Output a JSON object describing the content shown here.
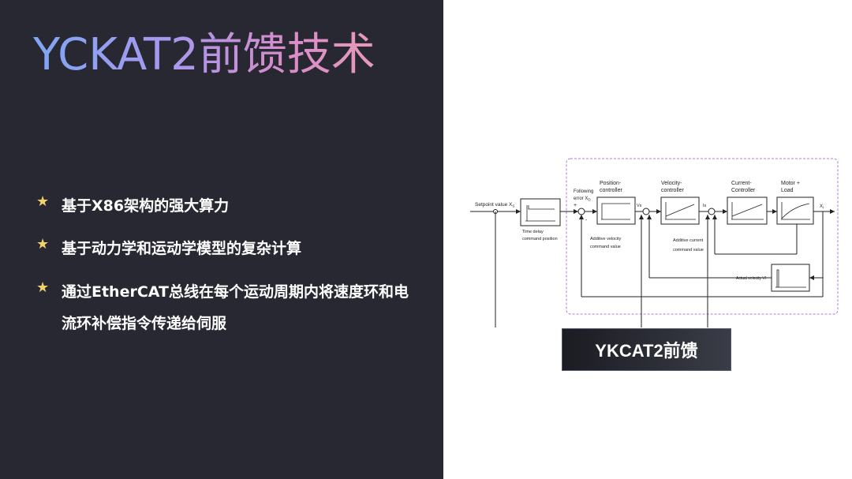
{
  "title": "YCKAT2前馈技术",
  "bullets": [
    {
      "icon": "star-icon",
      "text": "基于X86架构的强大算力"
    },
    {
      "icon": "star-icon",
      "text": "基于动力学和运动学模型的复杂计算"
    },
    {
      "icon": "star-icon",
      "text": "通过EtherCAT总线在每个运动周期内将速度环和电流环补偿指令传递给伺服"
    }
  ],
  "diagram": {
    "setpoint": "Setpoint value X",
    "setpoint_sub": "S",
    "time_delay_1": "Time delay",
    "time_delay_2": "command position",
    "following_1": "Following",
    "following_2": "error X",
    "following_sub": "D",
    "plus": "+",
    "minus": "-",
    "pos_ctrl_1": "Position-",
    "pos_ctrl_2": "controller",
    "vel_ctrl_1": "Velocity-",
    "vel_ctrl_2": "controller",
    "cur_ctrl_1": "Current-",
    "cur_ctrl_2": "Controller",
    "motor_1": "Motor +",
    "motor_2": "Load",
    "add_vel_1": "Additive velocity",
    "add_vel_2": "command value",
    "add_cur_1": "Additive current",
    "add_cur_2": "command value",
    "vs": "Vs",
    "is": "Is",
    "xi": "X",
    "xi_sub": "I",
    "actual_velocity": "Actual velocity VI"
  },
  "feedforward_label": "YKCAT2前馈",
  "colors": {
    "left_bg": "#272831",
    "star": "#f3d26b",
    "dashed_border": "#b07ad8"
  }
}
